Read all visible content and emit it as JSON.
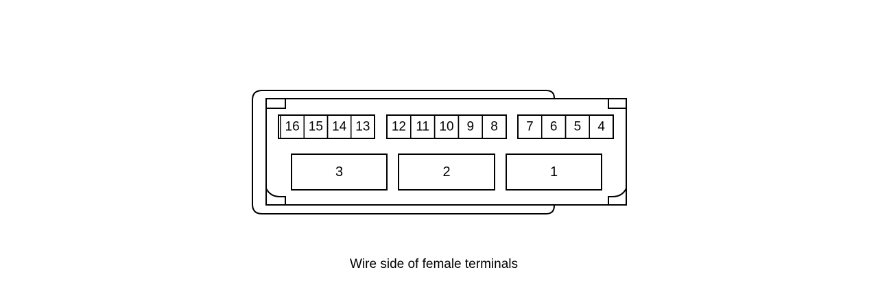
{
  "diagram": {
    "caption": "Wire side of female terminals",
    "colors": {
      "line": "#000000",
      "background": "#ffffff"
    },
    "small_terminals": {
      "left_group": [
        "16",
        "15",
        "14",
        "13"
      ],
      "middle_group": [
        "12",
        "11",
        "10",
        "9",
        "8"
      ],
      "right_group": [
        "7",
        "6",
        "5",
        "4"
      ]
    },
    "large_terminals": [
      "3",
      "2",
      "1"
    ]
  }
}
